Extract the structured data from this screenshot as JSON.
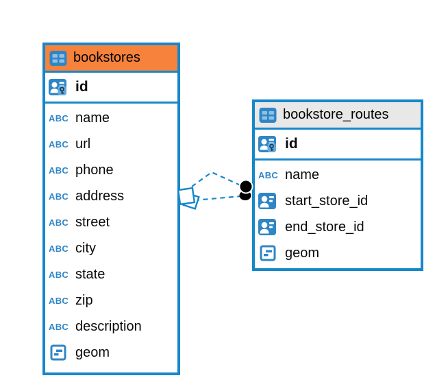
{
  "diagram": {
    "type": "entity-relationship",
    "tables": [
      {
        "title": "bookstores",
        "title_icon": "table-icon",
        "header_color": "#F6823B",
        "primary_key": {
          "name": "id",
          "icon": "person-key-icon"
        },
        "columns": [
          {
            "name": "name",
            "icon": "abc-icon"
          },
          {
            "name": "url",
            "icon": "abc-icon"
          },
          {
            "name": "phone",
            "icon": "abc-icon"
          },
          {
            "name": "address",
            "icon": "abc-icon"
          },
          {
            "name": "street",
            "icon": "abc-icon"
          },
          {
            "name": "city",
            "icon": "abc-icon"
          },
          {
            "name": "state",
            "icon": "abc-icon"
          },
          {
            "name": "zip",
            "icon": "abc-icon"
          },
          {
            "name": "description",
            "icon": "abc-icon"
          },
          {
            "name": "geom",
            "icon": "geometry-icon"
          }
        ]
      },
      {
        "title": "bookstore_routes",
        "title_icon": "table-icon",
        "header_color": "#E8E8E8",
        "primary_key": {
          "name": "id",
          "icon": "person-key-icon"
        },
        "columns": [
          {
            "name": "name",
            "icon": "abc-icon"
          },
          {
            "name": "start_store_id",
            "icon": "person-ref-icon"
          },
          {
            "name": "end_store_id",
            "icon": "person-ref-icon"
          },
          {
            "name": "geom",
            "icon": "geometry-icon"
          }
        ]
      }
    ],
    "relationship": {
      "from_table": "bookstores",
      "to_table": "bookstore_routes",
      "line_style": "dashed",
      "line_count": 2,
      "source_marker": "stacked-diamond",
      "target_marker": "black-dot"
    }
  },
  "icons": {
    "text_type_glyph": "ABC"
  },
  "colors": {
    "table_border": "#1787C9",
    "bookstores_header": "#F6823B",
    "bookstore_routes_header": "#E8E8E8",
    "icon_blue": "#2F86C6",
    "relationship_line": "#1787C9",
    "text": "#000000",
    "canvas_background": "#FFFFFF"
  }
}
